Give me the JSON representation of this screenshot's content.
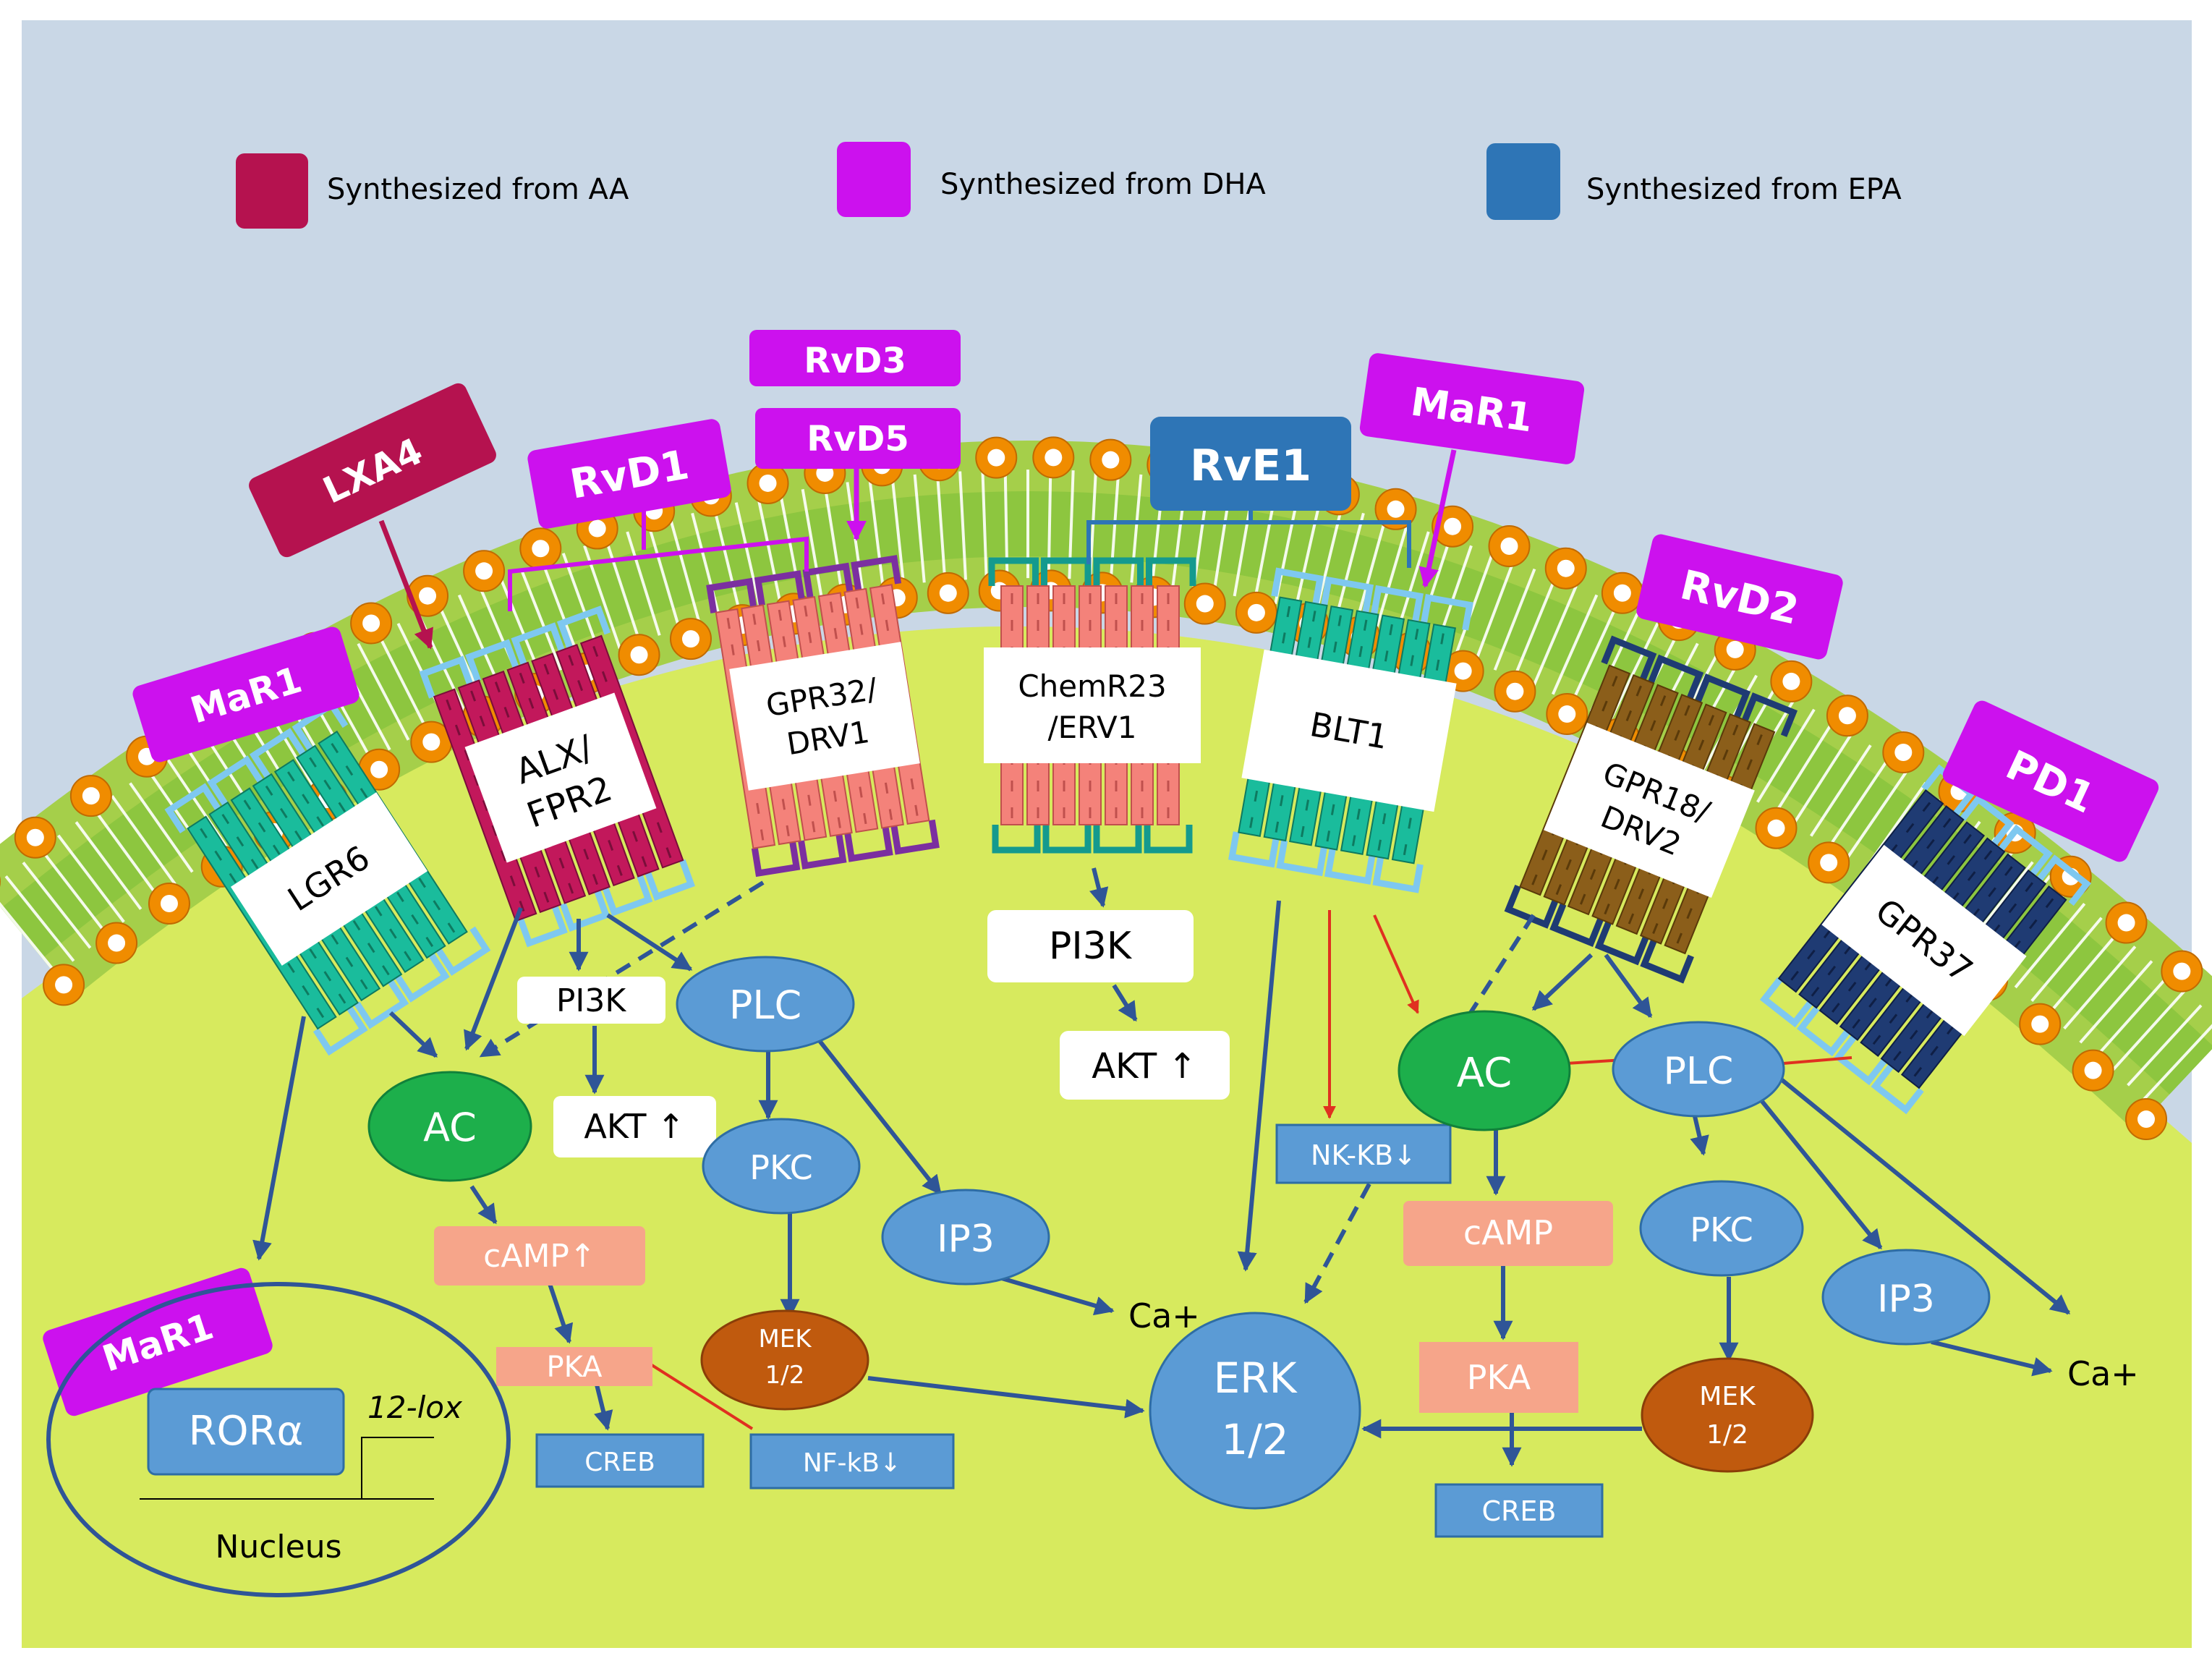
{
  "legend": [
    {
      "label": "Synthesized from AA",
      "color": "#B5124F"
    },
    {
      "label": "Synthesized from DHA",
      "color": "#CC11EE"
    },
    {
      "label": "Synthesized from EPA",
      "color": "#2E75B6"
    }
  ],
  "ligands": {
    "mar1_left": "MaR1",
    "lxa4": "LXA4",
    "rvd1": "RvD1",
    "rvd3": "RvD3",
    "rvd5": "RvD5",
    "rve1": "RvE1",
    "mar1_top": "MaR1",
    "rvd2": "RvD2",
    "pd1": "PD1",
    "mar1_nucleus": "MaR1"
  },
  "receptors": {
    "lgr6": "LGR6",
    "alx_line1": "ALX/",
    "alx_line2": "FPR2",
    "gpr32_line1": "GPR32/",
    "gpr32_line2": "DRV1",
    "chemr23_line1": "ChemR23",
    "chemr23_line2": "/ERV1",
    "blt1": "BLT1",
    "gpr18_line1": "GPR18/",
    "gpr18_line2": "DRV2",
    "gpr37": "GPR37"
  },
  "signaling": {
    "pi3k_1": "PI3K",
    "akt_1": "AKT ↑",
    "plc_1": "PLC",
    "ac_1": "AC",
    "pkc_1": "PKC",
    "camp_1": "cAMP↑",
    "ip3_1": "IP3",
    "pka_1": "PKA",
    "mek_1a": "MEK",
    "mek_1b": "1/2",
    "creb_1": "CREB",
    "nfkb_1": "NF-kB↓",
    "ca_1": "Ca+",
    "pi3k_2": "PI3K",
    "akt_2": "AKT ↑",
    "nkkb": "NK-KB↓",
    "erk_a": "ERK",
    "erk_b": "1/2",
    "ac_2": "AC",
    "plc_2": "PLC",
    "camp_2": "cAMP",
    "pkc_2": "PKC",
    "ip3_2": "IP3",
    "pka_2": "PKA",
    "mek_2a": "MEK",
    "mek_2b": "1/2",
    "creb_2": "CREB",
    "ca_2": "Ca+"
  },
  "nucleus": {
    "ror": "RORα",
    "lox": "12-lox",
    "label": "Nucleus"
  },
  "colors": {
    "background": "#C9D7E6",
    "cytoplasm": "#D7EA5E",
    "membrane_green": "#8DC63F",
    "head_orange": "#F08C00",
    "arrow": "#2F5597",
    "inhibit": "#E03020"
  },
  "icons": [
    "arrow-icon"
  ]
}
